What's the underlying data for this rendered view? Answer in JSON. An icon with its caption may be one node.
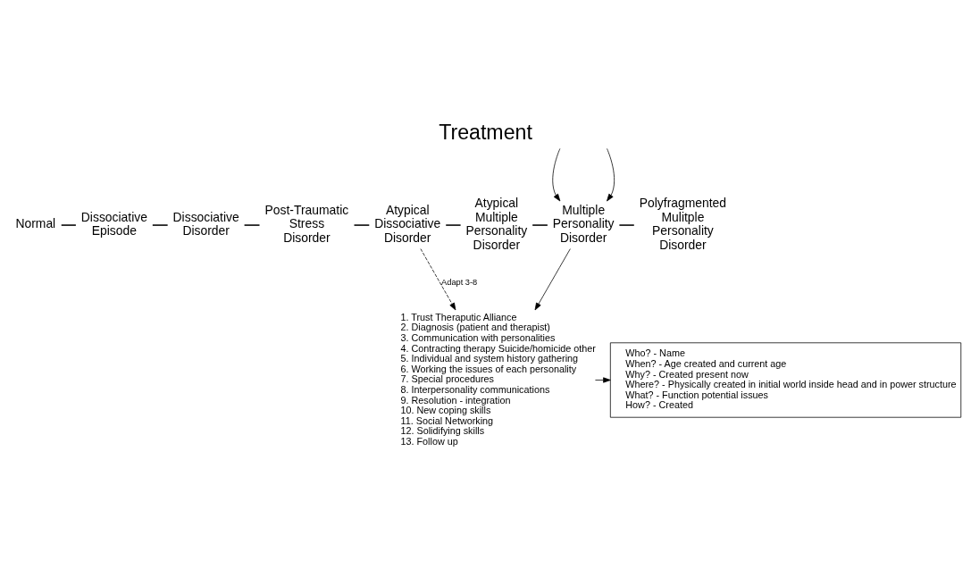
{
  "diagram": {
    "title": "Treatment",
    "nodes": [
      {
        "text": [
          "Normal"
        ]
      },
      {
        "text": [
          "Dissociative Episode"
        ]
      },
      {
        "text": [
          "Dissociative Disorder"
        ]
      },
      {
        "text": [
          "Post-Traumatic Stress Disorder"
        ]
      },
      {
        "text": [
          "Atypical Dissociative Disorder"
        ]
      },
      {
        "text": [
          "Atypical Multiple Personality Disorder"
        ]
      },
      {
        "text": [
          "Multiple Personality Disorder"
        ]
      },
      {
        "text": [
          "Polyfragmented Mulitple Personality Disorder"
        ]
      },
      {
        "text": [
          "Who? - Name",
          "When? - Age created and current age",
          "Why? - Created present now",
          "Where? - Physically created in initial world inside head and in power structure",
          "What? - Function potential issues",
          "How? - Created"
        ]
      },
      {
        "text": [
          "1. Trust Theraputic Alliance",
          "2. Diagnosis (patient and therapist)",
          "3. Communication with personalities",
          "4. Contracting therapy Suicide/homicide other",
          "5. Individual and system history gathering",
          "6. Working the issues of each personality",
          "7. Special procedures",
          "8. Interpersonality communications",
          "9. Resolution - integration",
          "10. New coping skills",
          "11. Social Networking",
          "12. Solidifying skills",
          "13. Follow up"
        ]
      }
    ],
    "edges": [
      {
        "from": 0,
        "to": 1,
        "arrow": "none"
      },
      {
        "from": 1,
        "to": 2,
        "arrow": "none"
      },
      {
        "from": 2,
        "to": 3,
        "arrow": "none"
      },
      {
        "from": 3,
        "to": 4,
        "arrow": "none"
      },
      {
        "from": 4,
        "to": 5,
        "arrow": "none"
      },
      {
        "from": 5,
        "to": 6,
        "arrow": "none"
      },
      {
        "from": 6,
        "to": 7,
        "arrow": "none"
      },
      {
        "from": null,
        "to": 6,
        "arrow": "to"
      },
      {
        "from": null,
        "to": 6,
        "arrow": "to"
      },
      {
        "from": 4,
        "to": 9,
        "arrow": "to",
        "label": "Adapt 3-8",
        "style": "dashed"
      },
      {
        "from": 6,
        "to": 9,
        "arrow": "to"
      },
      {
        "from": 9,
        "to": 8,
        "arrow": "to"
      }
    ]
  }
}
